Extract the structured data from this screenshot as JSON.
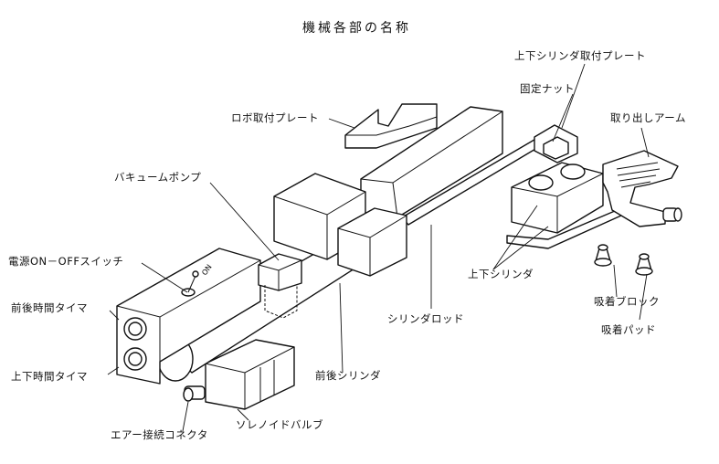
{
  "title": "機械各部の名称",
  "labels": {
    "updown_cyl_plate": "上下シリンダ取付プレート",
    "fixing_nut": "固定ナット",
    "robot_plate": "ロボ取付プレート",
    "takeout_arm": "取り出しアーム",
    "vacuum_pump": "バキュームポンプ",
    "power_switch": "電源ON－OFFスイッチ",
    "updown_cylinder": "上下シリンダ",
    "cylinder_rod": "シリンダロッド",
    "fb_timer": "前後時間タイマ",
    "suction_block": "吸着ブロック",
    "suction_pad": "吸着パッド",
    "ud_timer": "上下時間タイマ",
    "fb_cylinder": "前後シリンダ",
    "air_connector": "エアー接続コネクタ",
    "solenoid_valve": "ソレノイドバルブ"
  }
}
